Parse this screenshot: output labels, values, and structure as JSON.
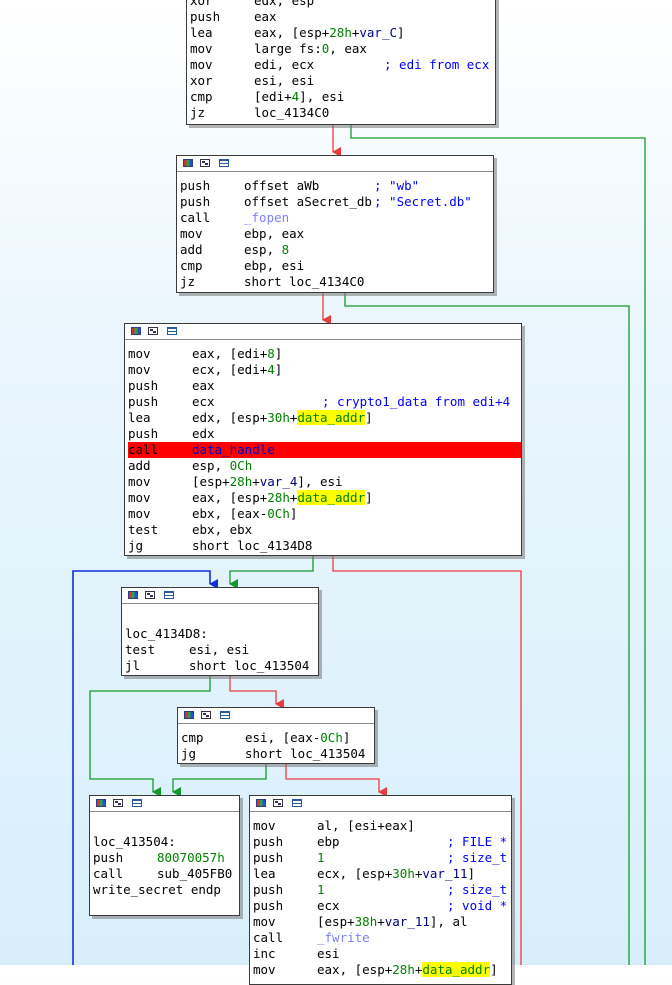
{
  "colors": {
    "true_edge": "#16992c",
    "false_edge": "#ea3c3c",
    "uncond_edge": "#1030d8",
    "highlight": "#ff0000",
    "symbol_highlight": "#ffff00"
  },
  "header_icons": [
    "palette-icon",
    "graph-icon",
    "text-view-icon"
  ],
  "nodes": [
    {
      "id": "block-top",
      "lines": [
        {
          "mn": "xor",
          "ops": [
            {
              "t": "edx, esp"
            }
          ]
        },
        {
          "mn": "push",
          "ops": [
            {
              "t": "eax"
            }
          ]
        },
        {
          "mn": "lea",
          "ops": [
            {
              "t": "eax, [esp+"
            },
            {
              "t": "28h",
              "c": "num"
            },
            {
              "t": "+"
            },
            {
              "t": "var_C",
              "c": "sym"
            },
            {
              "t": "]"
            }
          ]
        },
        {
          "mn": "mov",
          "ops": [
            {
              "t": "large fs:"
            },
            {
              "t": "0",
              "c": "num"
            },
            {
              "t": ", eax"
            }
          ]
        },
        {
          "mn": "mov",
          "ops": [
            {
              "t": "edi, ecx"
            }
          ],
          "comment": "; edi from ecx"
        },
        {
          "mn": "xor",
          "ops": [
            {
              "t": "esi, esi"
            }
          ]
        },
        {
          "mn": "cmp",
          "ops": [
            {
              "t": "[edi+"
            },
            {
              "t": "4",
              "c": "num"
            },
            {
              "t": "], esi"
            }
          ]
        },
        {
          "mn": "jz",
          "ops": [
            {
              "t": "loc_4134C0"
            }
          ]
        }
      ]
    },
    {
      "id": "block-fopen",
      "lines": [
        {
          "mn": "push",
          "ops": [
            {
              "t": "offset aWb"
            }
          ],
          "comment": "; \"wb\""
        },
        {
          "mn": "push",
          "ops": [
            {
              "t": "offset aSecret_db"
            }
          ],
          "comment": "; \"Secret.db\""
        },
        {
          "mn": "call",
          "ops": [
            {
              "t": "_fopen",
              "c": "fn"
            }
          ]
        },
        {
          "mn": "mov",
          "ops": [
            {
              "t": "ebp, eax"
            }
          ]
        },
        {
          "mn": "add",
          "ops": [
            {
              "t": "esp, "
            },
            {
              "t": "8",
              "c": "num"
            }
          ]
        },
        {
          "mn": "cmp",
          "ops": [
            {
              "t": "ebp, esi"
            }
          ]
        },
        {
          "mn": "jz",
          "ops": [
            {
              "t": "short loc_4134C0"
            }
          ]
        }
      ]
    },
    {
      "id": "block-data-handle",
      "lines": [
        {
          "mn": "mov",
          "ops": [
            {
              "t": "eax, [edi+"
            },
            {
              "t": "8",
              "c": "num"
            },
            {
              "t": "]"
            }
          ]
        },
        {
          "mn": "mov",
          "ops": [
            {
              "t": "ecx, [edi+"
            },
            {
              "t": "4",
              "c": "num"
            },
            {
              "t": "]"
            }
          ]
        },
        {
          "mn": "push",
          "ops": [
            {
              "t": "eax"
            }
          ]
        },
        {
          "mn": "push",
          "ops": [
            {
              "t": "ecx"
            }
          ],
          "comment": "; crypto1_data from edi+4"
        },
        {
          "mn": "lea",
          "ops": [
            {
              "t": "edx, [esp+"
            },
            {
              "t": "30h",
              "c": "num"
            },
            {
              "t": "+"
            },
            {
              "t": "data_addr",
              "c": "yellow"
            },
            {
              "t": "]"
            }
          ]
        },
        {
          "mn": "push",
          "ops": [
            {
              "t": "edx"
            }
          ]
        },
        {
          "mn": "call",
          "ops": [
            {
              "t": "data_handle",
              "c": "sym"
            }
          ],
          "highlight": true
        },
        {
          "mn": "add",
          "ops": [
            {
              "t": "esp, "
            },
            {
              "t": "0Ch",
              "c": "num"
            }
          ]
        },
        {
          "mn": "mov",
          "ops": [
            {
              "t": "[esp+"
            },
            {
              "t": "28h",
              "c": "num"
            },
            {
              "t": "+"
            },
            {
              "t": "var_4",
              "c": "sym"
            },
            {
              "t": "], esi"
            }
          ]
        },
        {
          "mn": "mov",
          "ops": [
            {
              "t": "eax, [esp+"
            },
            {
              "t": "28h",
              "c": "num"
            },
            {
              "t": "+"
            },
            {
              "t": "data_addr",
              "c": "yellow"
            },
            {
              "t": "]"
            }
          ]
        },
        {
          "mn": "mov",
          "ops": [
            {
              "t": "ebx, [eax-"
            },
            {
              "t": "0Ch",
              "c": "num"
            },
            {
              "t": "]"
            }
          ]
        },
        {
          "mn": "test",
          "ops": [
            {
              "t": "ebx, ebx"
            }
          ]
        },
        {
          "mn": "jg",
          "ops": [
            {
              "t": "short loc_4134D8"
            }
          ]
        }
      ]
    },
    {
      "id": "block-loc-4134d8",
      "lines": [
        {
          "mn": "",
          "ops": []
        },
        {
          "label": "loc_4134D8:"
        },
        {
          "mn": "test",
          "ops": [
            {
              "t": "esi, esi"
            }
          ]
        },
        {
          "mn": "jl",
          "ops": [
            {
              "t": "short loc_413504"
            }
          ]
        }
      ]
    },
    {
      "id": "block-cmp",
      "lines": [
        {
          "mn": "cmp",
          "ops": [
            {
              "t": "esi, [eax-"
            },
            {
              "t": "0Ch",
              "c": "num"
            },
            {
              "t": "]"
            }
          ]
        },
        {
          "mn": "jg",
          "ops": [
            {
              "t": "short loc_413504"
            }
          ]
        }
      ]
    },
    {
      "id": "block-loc-413504",
      "lines": [
        {
          "mn": "",
          "ops": []
        },
        {
          "label": "loc_413504:"
        },
        {
          "mn": "push",
          "ops": [
            {
              "t": "80070057h",
              "c": "num"
            }
          ]
        },
        {
          "mn": "call",
          "ops": [
            {
              "t": "sub_405FB0"
            }
          ]
        },
        {
          "label": "write_secret endp"
        }
      ]
    },
    {
      "id": "block-fwrite",
      "lines": [
        {
          "mn": "mov",
          "ops": [
            {
              "t": "al, [esi+eax]"
            }
          ]
        },
        {
          "mn": "push",
          "ops": [
            {
              "t": "ebp"
            }
          ],
          "comment": "; FILE *"
        },
        {
          "mn": "push",
          "ops": [
            {
              "t": "1",
              "c": "num"
            }
          ],
          "comment": "; size_t"
        },
        {
          "mn": "lea",
          "ops": [
            {
              "t": "ecx, [esp+"
            },
            {
              "t": "30h",
              "c": "num"
            },
            {
              "t": "+"
            },
            {
              "t": "var_11",
              "c": "sym"
            },
            {
              "t": "]"
            }
          ]
        },
        {
          "mn": "push",
          "ops": [
            {
              "t": "1",
              "c": "num"
            }
          ],
          "comment": "; size_t"
        },
        {
          "mn": "push",
          "ops": [
            {
              "t": "ecx"
            }
          ],
          "comment": "; void *"
        },
        {
          "mn": "mov",
          "ops": [
            {
              "t": "[esp+"
            },
            {
              "t": "38h",
              "c": "num"
            },
            {
              "t": "+"
            },
            {
              "t": "var_11",
              "c": "sym"
            },
            {
              "t": "], al"
            }
          ]
        },
        {
          "mn": "call",
          "ops": [
            {
              "t": "_fwrite",
              "c": "fn"
            }
          ]
        },
        {
          "mn": "inc",
          "ops": [
            {
              "t": "esi"
            }
          ]
        },
        {
          "mn": "mov",
          "ops": [
            {
              "t": "eax, [esp+"
            },
            {
              "t": "28h",
              "c": "num"
            },
            {
              "t": "+"
            },
            {
              "t": "data_addr",
              "c": "yellow"
            },
            {
              "t": "]"
            }
          ]
        }
      ]
    }
  ]
}
